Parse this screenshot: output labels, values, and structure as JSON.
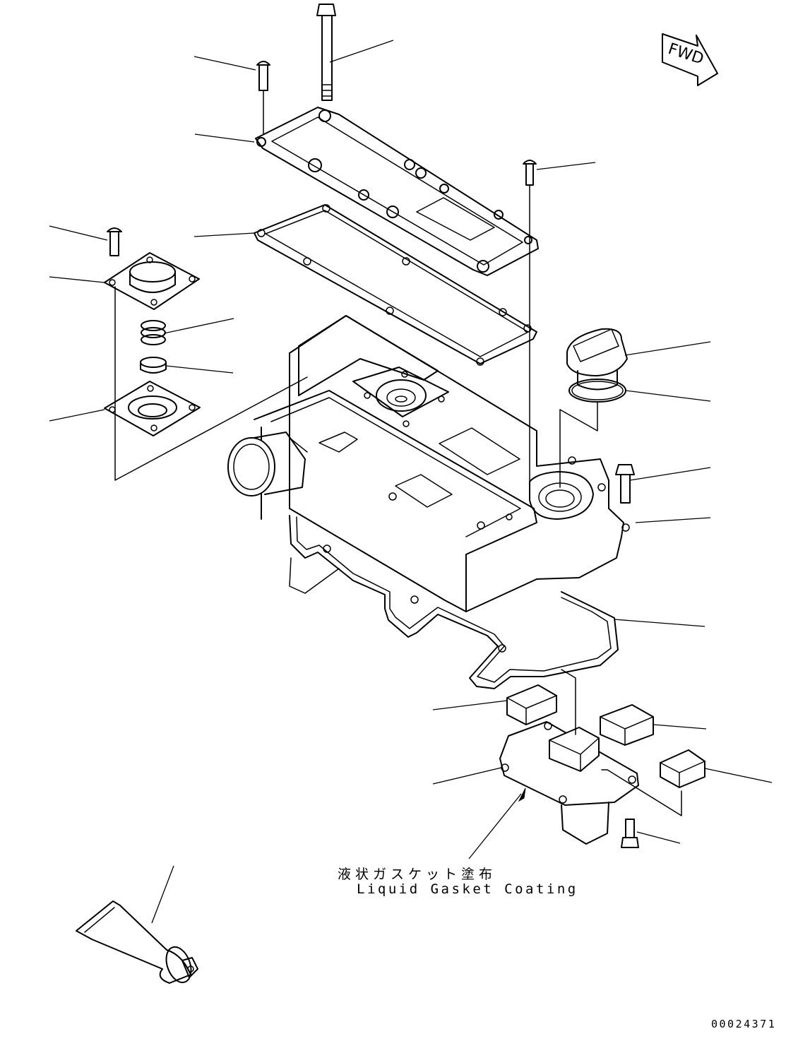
{
  "diagram": {
    "fwd_label": "FWD",
    "note": {
      "jp": "液状ガスケット塗布",
      "en": "Liquid Gasket Coating"
    },
    "drawing_number": "00024371"
  }
}
